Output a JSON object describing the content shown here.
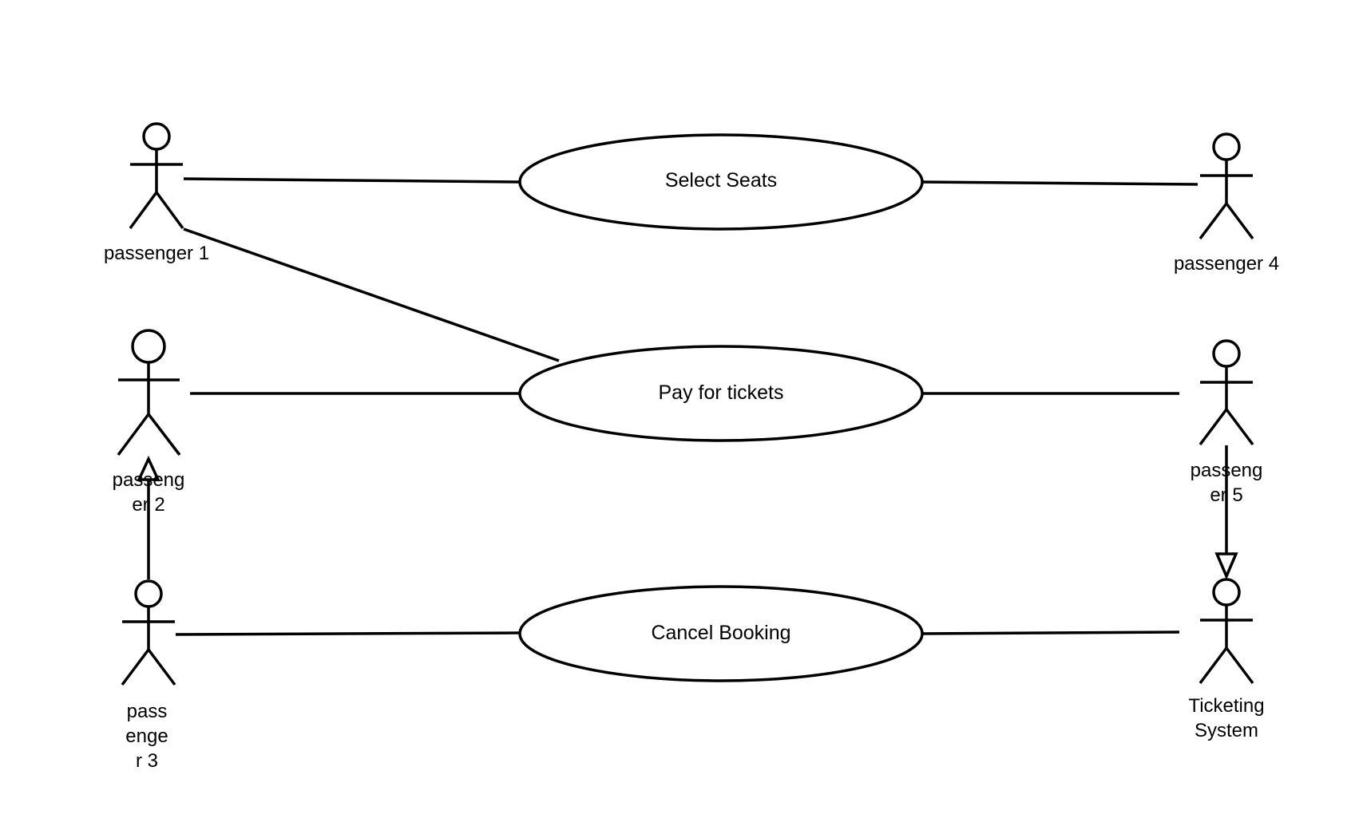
{
  "diagram": {
    "type": "use-case",
    "actors": [
      {
        "id": "p1",
        "label": "passenger 1"
      },
      {
        "id": "p2",
        "label": "passeng\ner 2"
      },
      {
        "id": "p3",
        "label": "pass\nenge\nr 3"
      },
      {
        "id": "p4",
        "label": "passenger 4"
      },
      {
        "id": "p5",
        "label": "passeng\ner 5"
      },
      {
        "id": "ts",
        "label": "Ticketing\nSystem"
      }
    ],
    "use_cases": [
      {
        "id": "uc1",
        "label": "Select Seats"
      },
      {
        "id": "uc2",
        "label": "Pay for tickets"
      },
      {
        "id": "uc3",
        "label": "Cancel Booking"
      }
    ],
    "associations": [
      {
        "from": "p1",
        "to": "uc1"
      },
      {
        "from": "p1",
        "to": "uc2"
      },
      {
        "from": "p4",
        "to": "uc1"
      },
      {
        "from": "p2",
        "to": "uc2"
      },
      {
        "from": "p5",
        "to": "uc2"
      },
      {
        "from": "p3",
        "to": "uc3"
      },
      {
        "from": "ts",
        "to": "uc3"
      }
    ],
    "generalizations": [
      {
        "from": "p3",
        "to": "p2"
      },
      {
        "from": "p5",
        "to": "ts"
      }
    ]
  }
}
